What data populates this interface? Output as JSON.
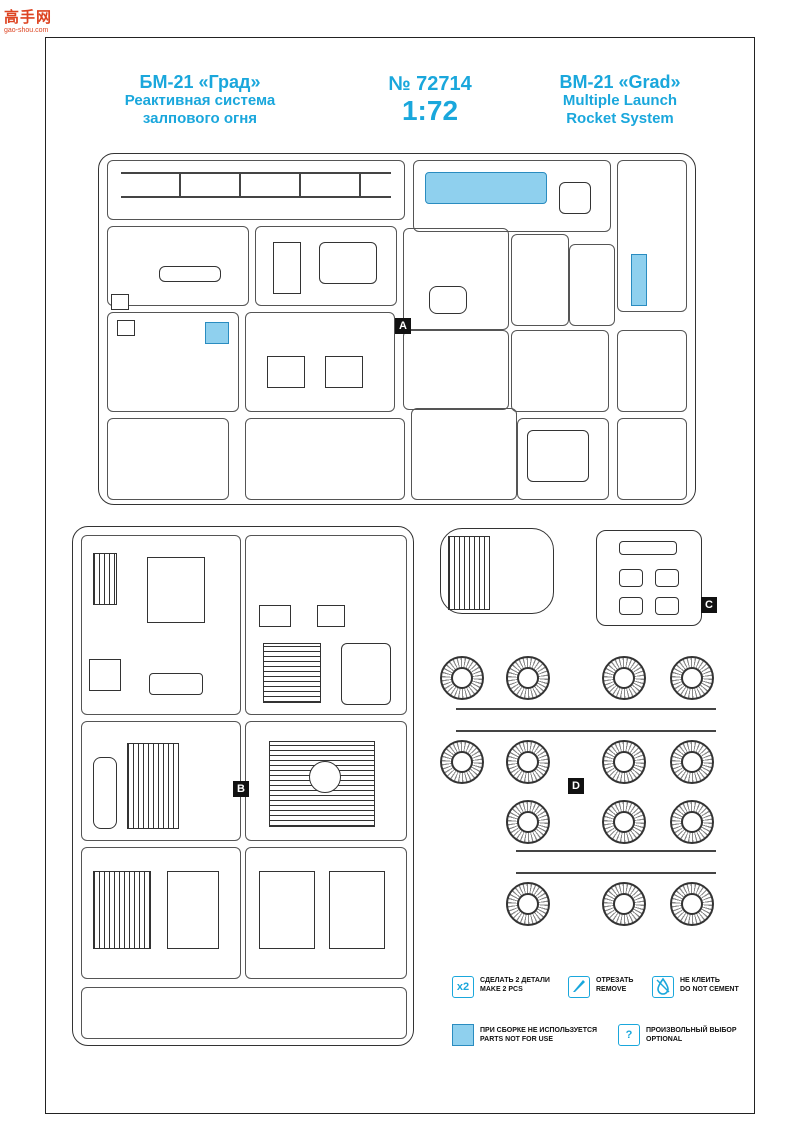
{
  "watermark": {
    "text": "高手网",
    "url": "gao-shou.com"
  },
  "header": {
    "ru_title": "БМ-21 «Град»",
    "ru_sub1": "Реактивная система",
    "ru_sub2": "залпового огня",
    "number": "№ 72714",
    "scale": "1:72",
    "en_title": "BM-21 «Grad»",
    "en_sub1": "Multiple Launch",
    "en_sub2": "Rocket System"
  },
  "sprues": {
    "a": {
      "label": "A"
    },
    "b": {
      "label": "B"
    },
    "c": {
      "label": "C"
    },
    "d": {
      "label": "D"
    }
  },
  "legend": {
    "x2_icon": "x2",
    "x2_ru": "СДЕЛАТЬ 2 ДЕТАЛИ",
    "x2_en": "MAKE 2 PCS",
    "cut_ru": "ОТРЕЗАТЬ",
    "cut_en": "REMOVE",
    "nocement_ru": "НЕ КЛЕИТЬ",
    "nocement_en": "DO NOT CEMENT",
    "unused_ru": "ПРИ СБОРКЕ НЕ ИСПОЛЬЗУЕТСЯ",
    "unused_en": "PARTS NOT FOR USE",
    "optional_icon": "?",
    "optional_ru": "ПРОИЗВОЛЬНЫЙ ВЫБОР",
    "optional_en": "OPTIONAL"
  },
  "colors": {
    "accent": "#1aa7dc",
    "highlight": "#8fd0ee"
  },
  "icons": [
    "knife-icon",
    "droplet-icon"
  ]
}
